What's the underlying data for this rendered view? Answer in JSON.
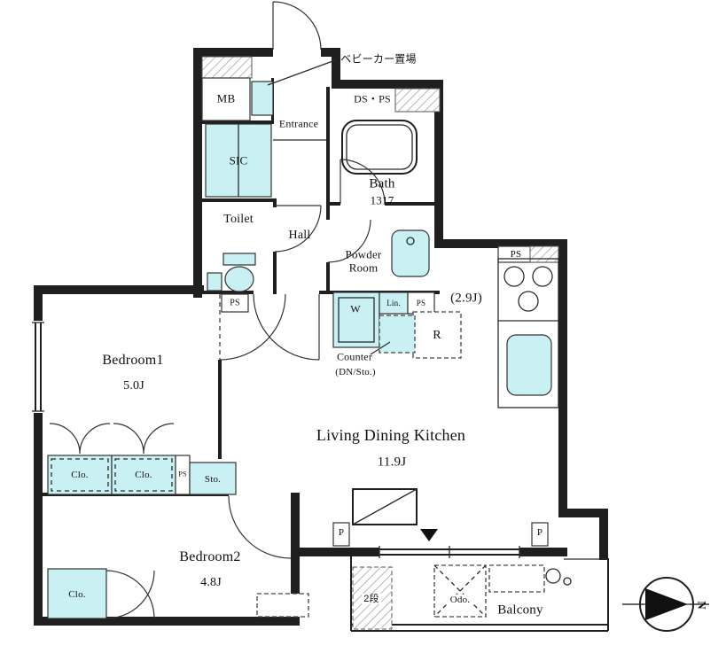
{
  "colors": {
    "fixture_cyan": "#c9f0f2",
    "wall_black": "#1f1f1f"
  },
  "labels": {
    "stroller_area": "ベビーカー置場",
    "meter_box": "MB",
    "entrance": "Entrance",
    "duct_pipe_space": "DS・PS",
    "shoe_closet": "SIC",
    "bath": "Bath",
    "bath_size": "1317",
    "toilet": "Toilet",
    "hall": "Hall",
    "powder_room": "Powder\nRoom",
    "washer": "W",
    "linen": "Lin.",
    "pipe_space": "PS",
    "kitchen_size": "(2.9J)",
    "refrigerator": "R",
    "counter": "Counter",
    "counter_sub": "(DN/Sto.)",
    "bedroom1": "Bedroom1",
    "bedroom1_size": "5.0J",
    "living": "Living Dining Kitchen",
    "living_size": "11.9J",
    "closet": "Clo.",
    "storage": "Sto.",
    "bedroom2": "Bedroom2",
    "bedroom2_size": "4.8J",
    "balcony": "Balcony",
    "outdoor_unit": "Odo.",
    "two_tier": "2段",
    "pillar": "P",
    "north": "N"
  }
}
